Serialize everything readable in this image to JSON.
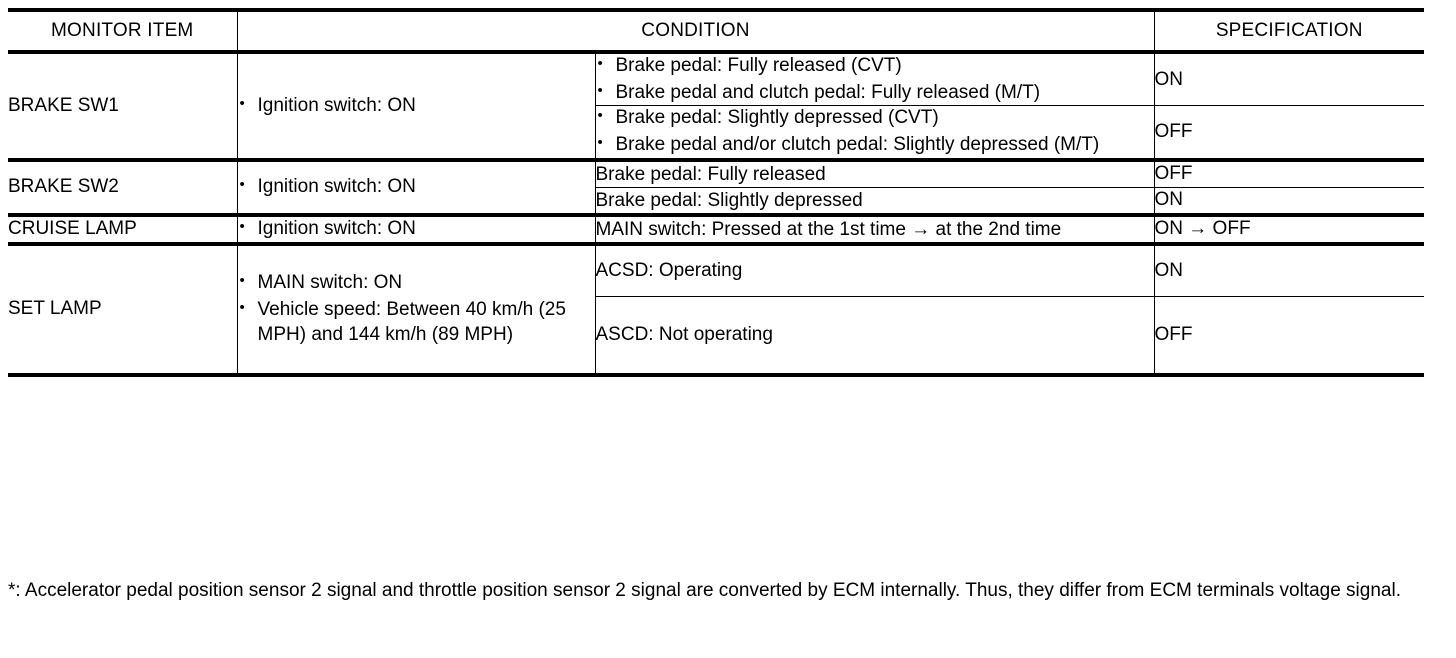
{
  "table": {
    "headers": {
      "monitor_item": "MONITOR ITEM",
      "condition": "CONDITION",
      "specification": "SPECIFICATION"
    },
    "rows": [
      {
        "monitor_item": "BRAKE SW1",
        "condition_left": [
          "Ignition switch: ON"
        ],
        "subrows": [
          {
            "condition_bullets": [
              "Brake pedal: Fully released (CVT)",
              "Brake pedal and clutch pedal: Fully released (M/T)"
            ],
            "specification": "ON"
          },
          {
            "condition_bullets": [
              "Brake pedal: Slightly depressed (CVT)",
              "Brake pedal and/or clutch pedal: Slightly depressed (M/T)"
            ],
            "specification": "OFF"
          }
        ]
      },
      {
        "monitor_item": "BRAKE SW2",
        "condition_left": [
          "Ignition switch: ON"
        ],
        "subrows": [
          {
            "condition_text": "Brake pedal: Fully released",
            "specification": "OFF"
          },
          {
            "condition_text": "Brake pedal: Slightly depressed",
            "specification": "ON"
          }
        ]
      },
      {
        "monitor_item": "CRUISE LAMP",
        "condition_left": [
          "Ignition switch: ON"
        ],
        "subrows": [
          {
            "condition_text": "MAIN switch: Pressed at the 1st time → at the 2nd time",
            "specification": "ON → OFF"
          }
        ]
      },
      {
        "monitor_item": "SET LAMP",
        "condition_left": [
          "MAIN switch: ON",
          "Vehicle speed: Between 40 km/h (25 MPH) and 144 km/h (89 MPH)"
        ],
        "subrows": [
          {
            "condition_text": "ACSD: Operating",
            "specification": "ON"
          },
          {
            "condition_text": "ASCD: Not operating",
            "specification": "OFF"
          }
        ]
      }
    ]
  },
  "footnote": {
    "text": "*: Accelerator pedal position sensor 2 signal and throttle position sensor 2 signal are converted by ECM internally. Thus, they differ from ECM terminals voltage signal."
  }
}
